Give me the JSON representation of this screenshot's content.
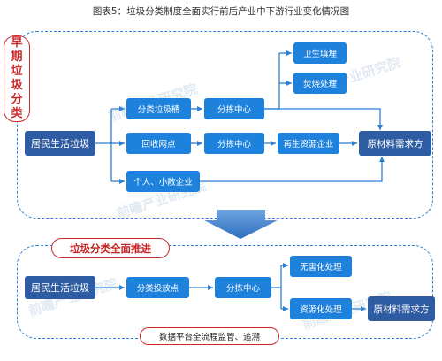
{
  "title": "图表5：垃圾分类制度全面实行前后产业中下游行业变化情况图",
  "before": {
    "label_chars": [
      "早",
      "期",
      "垃",
      "圾",
      "分",
      "类"
    ],
    "source": "居民生活垃圾",
    "sort_bin": "分类垃圾桶",
    "sort_center_1": "分拣中心",
    "landfill": "卫生填埋",
    "incineration": "焚烧处理",
    "recycle_point": "回收网点",
    "sort_center_2": "分拣中心",
    "recycling_company": "再生资源企业",
    "demand": "原材料需求方",
    "small_business": "个人、小散企业"
  },
  "after": {
    "label": "垃圾分类全面推进",
    "source": "居民生活垃圾",
    "drop_point": "分类投放点",
    "sort_center": "分拣中心",
    "harmless": "无害化处理",
    "resource": "资源化处理",
    "demand": "原材料需求方",
    "monitoring": "数据平台全流程监管、追溯"
  },
  "watermark": "前瞻产业研究院",
  "colors": {
    "box_light": "#1e82dc",
    "box_dark": "#2e5ca3",
    "frame": "#2e7fd9",
    "label_red": "#cc2a2a",
    "arrow": "#2f6fbf"
  }
}
